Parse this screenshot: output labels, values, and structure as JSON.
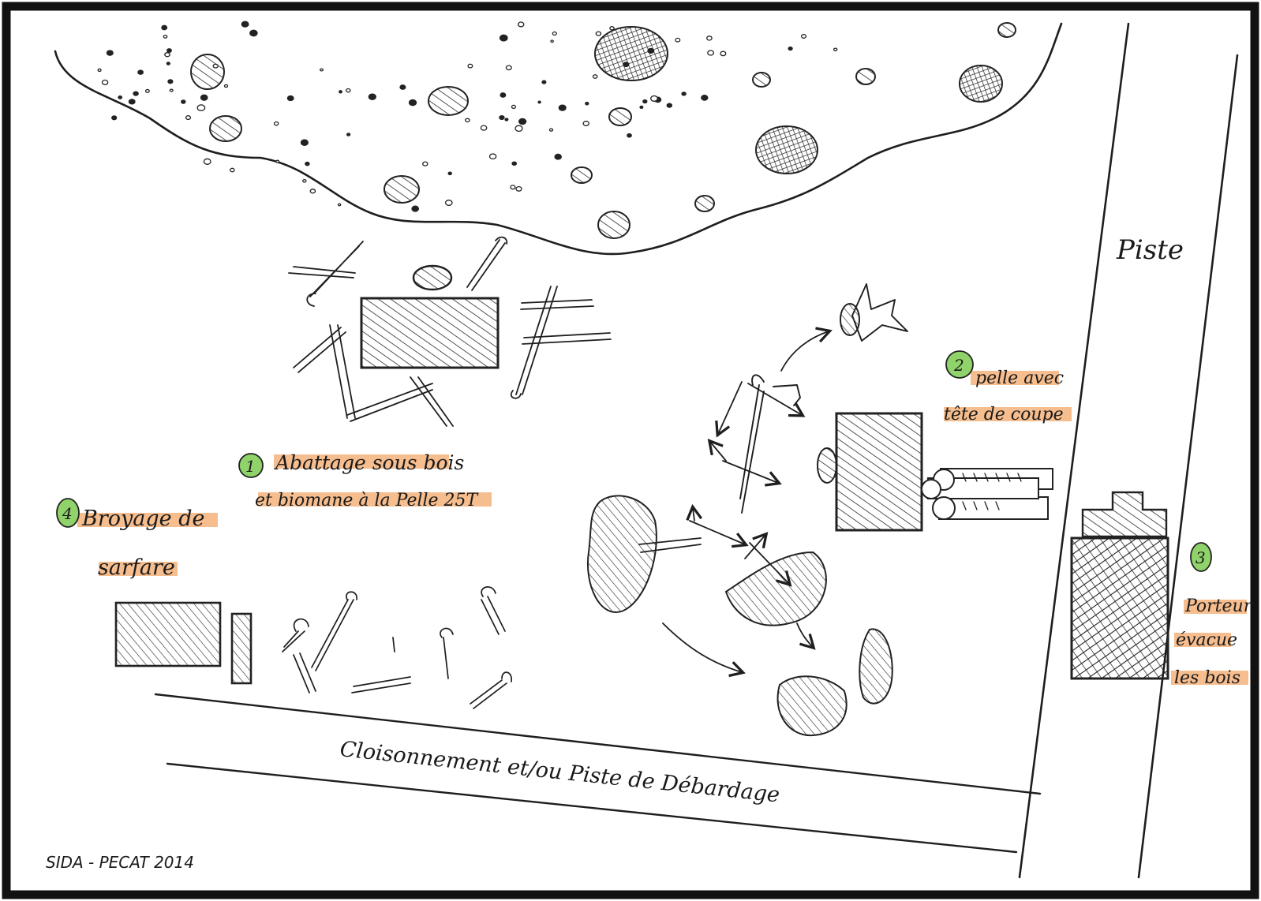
{
  "colors": {
    "ink": "#1e1e1e",
    "highlight_orange": "#f4b27a",
    "highlight_green": "#8fd36a",
    "paper": "#ffffff",
    "frame": "#111111"
  },
  "labels": {
    "piste": "Piste",
    "step1_number": "1",
    "step1_line1": "Abattage sous bois",
    "step1_line2": "et biomane à la Pelle 25T",
    "step2_number": "2",
    "step2_line1": "pelle avec",
    "step2_line2": "tête de coupe",
    "step3_number": "3",
    "step3_line1": "Porteur",
    "step3_line2": "évacue",
    "step3_line3": "les bois",
    "step4_number": "4",
    "step4_line1": "Broyage de",
    "step4_line2": "sarfare",
    "track_label": "Cloisonnement et/ou Piste de Débardage",
    "signature": "SIDA - PECAT 2014"
  },
  "icons": [
    "forest-canopy-icon",
    "excavator-icon",
    "felled-tree-icon",
    "tree-stump-icon",
    "log-pile-icon",
    "forwarder-icon",
    "mulcher-icon",
    "shrub-icon",
    "arrow-icon"
  ]
}
